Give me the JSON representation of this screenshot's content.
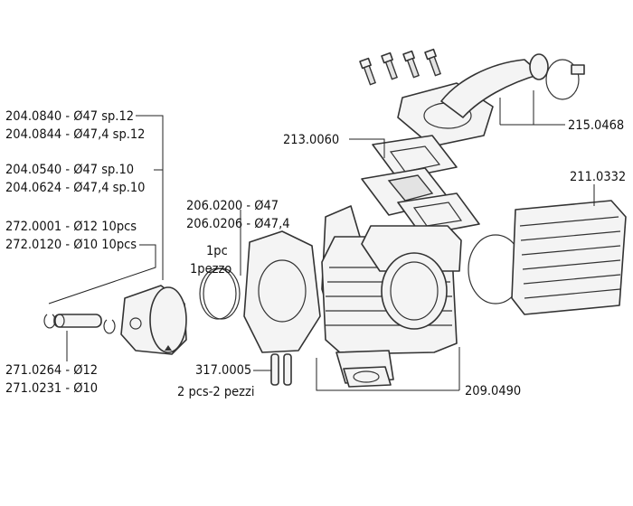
{
  "labels": {
    "piston_a": "204.0840 - Ø47 sp.12",
    "piston_b": "204.0844 - Ø47,4 sp.12",
    "piston_c": "204.0540 - Ø47 sp.10",
    "piston_d": "204.0624 - Ø47,4 sp.10",
    "clip_a": "272.0001 - Ø12 10pcs",
    "clip_b": "272.0120 - Ø10 10pcs",
    "pin_a": "271.0264 - Ø12",
    "pin_b": "271.0231 - Ø10",
    "ring_a": "206.0200 - Ø47",
    "ring_b": "206.0206 - Ø47,4",
    "ring_qty_a": "1pc",
    "ring_qty_b": "1pezzo",
    "dowel_a": "317.0005",
    "dowel_b": "2 pcs-2 pezzi",
    "reed": "213.0060",
    "manifold": "215.0468",
    "head": "211.0332",
    "cylinder": "209.0490"
  }
}
